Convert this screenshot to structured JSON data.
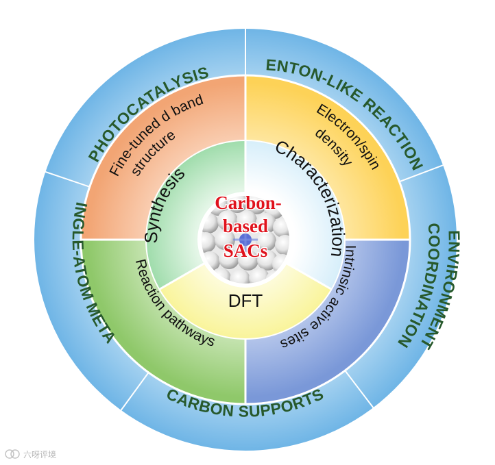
{
  "outer_ring": {
    "photocatalysis": "PHOTOCATALYSIS",
    "fenton": "FENTON-LIKE REACTION",
    "coordination_line1": "COORDINATION",
    "coordination_line2": "ENVIRONMENT",
    "carbon_supports": "CARBON SUPPORTS",
    "single_atom": "SINGLE-ATOM METAL"
  },
  "middle_ring": {
    "dband_line1": "Fine-tuned  d band",
    "dband_line2": "structure",
    "electron_line1": "Electron/spin",
    "electron_line2": "density",
    "intrinsic": "Intrinsic active sites",
    "reaction": "Reaction pathways"
  },
  "inner_ring": {
    "synthesis": "Synthesis",
    "characterization": "Characterization",
    "dft": "DFT"
  },
  "center": {
    "line1": "Carbon-",
    "line2": "based",
    "line3": "SACs"
  },
  "watermark": {
    "text": "六呀评境"
  },
  "colors": {
    "outer_ring": "#6fb5e6",
    "quadrant_tl": "#f2a574",
    "quadrant_tr": "#fdd257",
    "quadrant_br": "#7a98d8",
    "quadrant_bl": "#8fc86a",
    "inner_synthesis": "#9fdcab",
    "inner_characterization": "#d6eefa",
    "inner_dft": "#f9f49a",
    "outer_label": "#27592c",
    "center_label": "#e0121c"
  }
}
